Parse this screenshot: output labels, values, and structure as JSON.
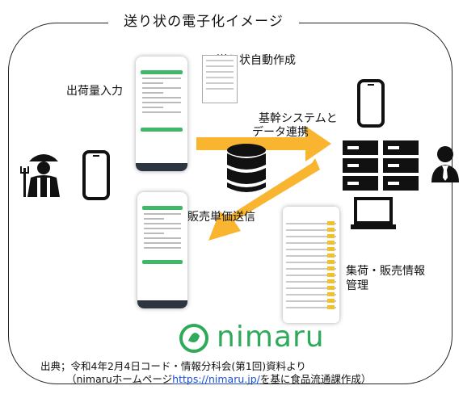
{
  "title": "送り状の電子化イメージ",
  "labels": {
    "shipping_input": "出荷量入力",
    "auto_invoice": "送り状自動作成",
    "core_link_line1": "基幹システムと",
    "core_link_line2": "データ連携",
    "price_send": "販売単価送信",
    "collect_line1": "集荷・販売情報",
    "collect_line2": "管理"
  },
  "logo": {
    "name": "nimaru"
  },
  "source": {
    "line1": "出典；令和4年2月4日コード・情報分科会(第1回)資料より",
    "line2_prefix": "（nimaruホームページ",
    "link": "https://nimaru.jp/",
    "line2_suffix": "を基に食品流通課作成）"
  },
  "colors": {
    "arrow": "#f9b52f",
    "logo_green": "#2faa5a",
    "icon": "#111111"
  },
  "icons": [
    "farmer-icon",
    "smartphone-icon",
    "database-icon",
    "server-icon",
    "laptop-icon",
    "businessman-icon"
  ]
}
